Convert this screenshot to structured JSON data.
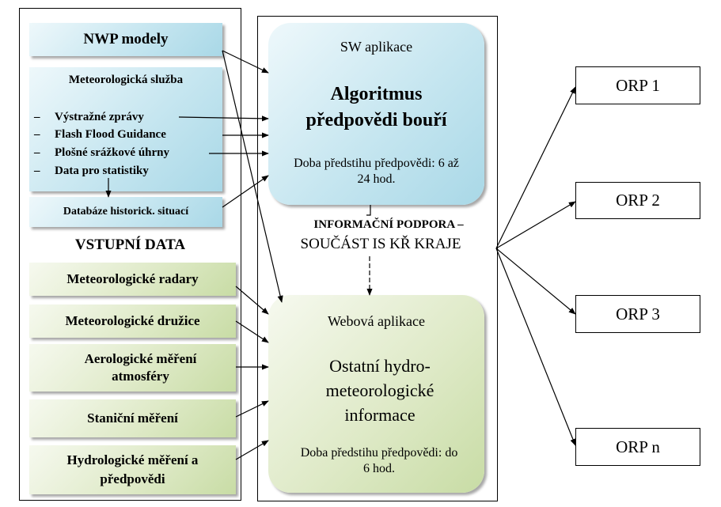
{
  "inputs": {
    "nwp": "NWP modely",
    "met_service": {
      "title": "Meteorologická služba",
      "items": [
        "Výstražné zprávy",
        "Flash Flood Guidance",
        "Plošné srážkové úhrny",
        "Data pro statistiky"
      ]
    },
    "database": "Databáze historick. situací",
    "section_label": "VSTUPNÍ DATA",
    "green": [
      "Meteorologické radary",
      "Meteorologické družice",
      "Aerologické měření atmosféry",
      "Staniční měření",
      "Hydrologické měření a předpovědi"
    ]
  },
  "sw_app": {
    "label": "SW aplikace",
    "title": "Algoritmus předpovědi bouří",
    "lead": "Doba předstihu předpovědi: 6 až 24 hod."
  },
  "support": {
    "line1": "INFORMAČNÍ PODPORA –",
    "line2": "SOUČÁST IS KŘ KRAJE"
  },
  "web_app": {
    "label": "Webová aplikace",
    "title": "Ostatní hydro-meteorologické informace",
    "lead": "Doba předstihu předpovědi: do 6 hod."
  },
  "outputs": [
    "ORP 1",
    "ORP 2",
    "ORP 3",
    "ORP n"
  ],
  "colors": {
    "blue": "#a9d8e7",
    "green": "#c8dca5",
    "line": "#000000"
  }
}
